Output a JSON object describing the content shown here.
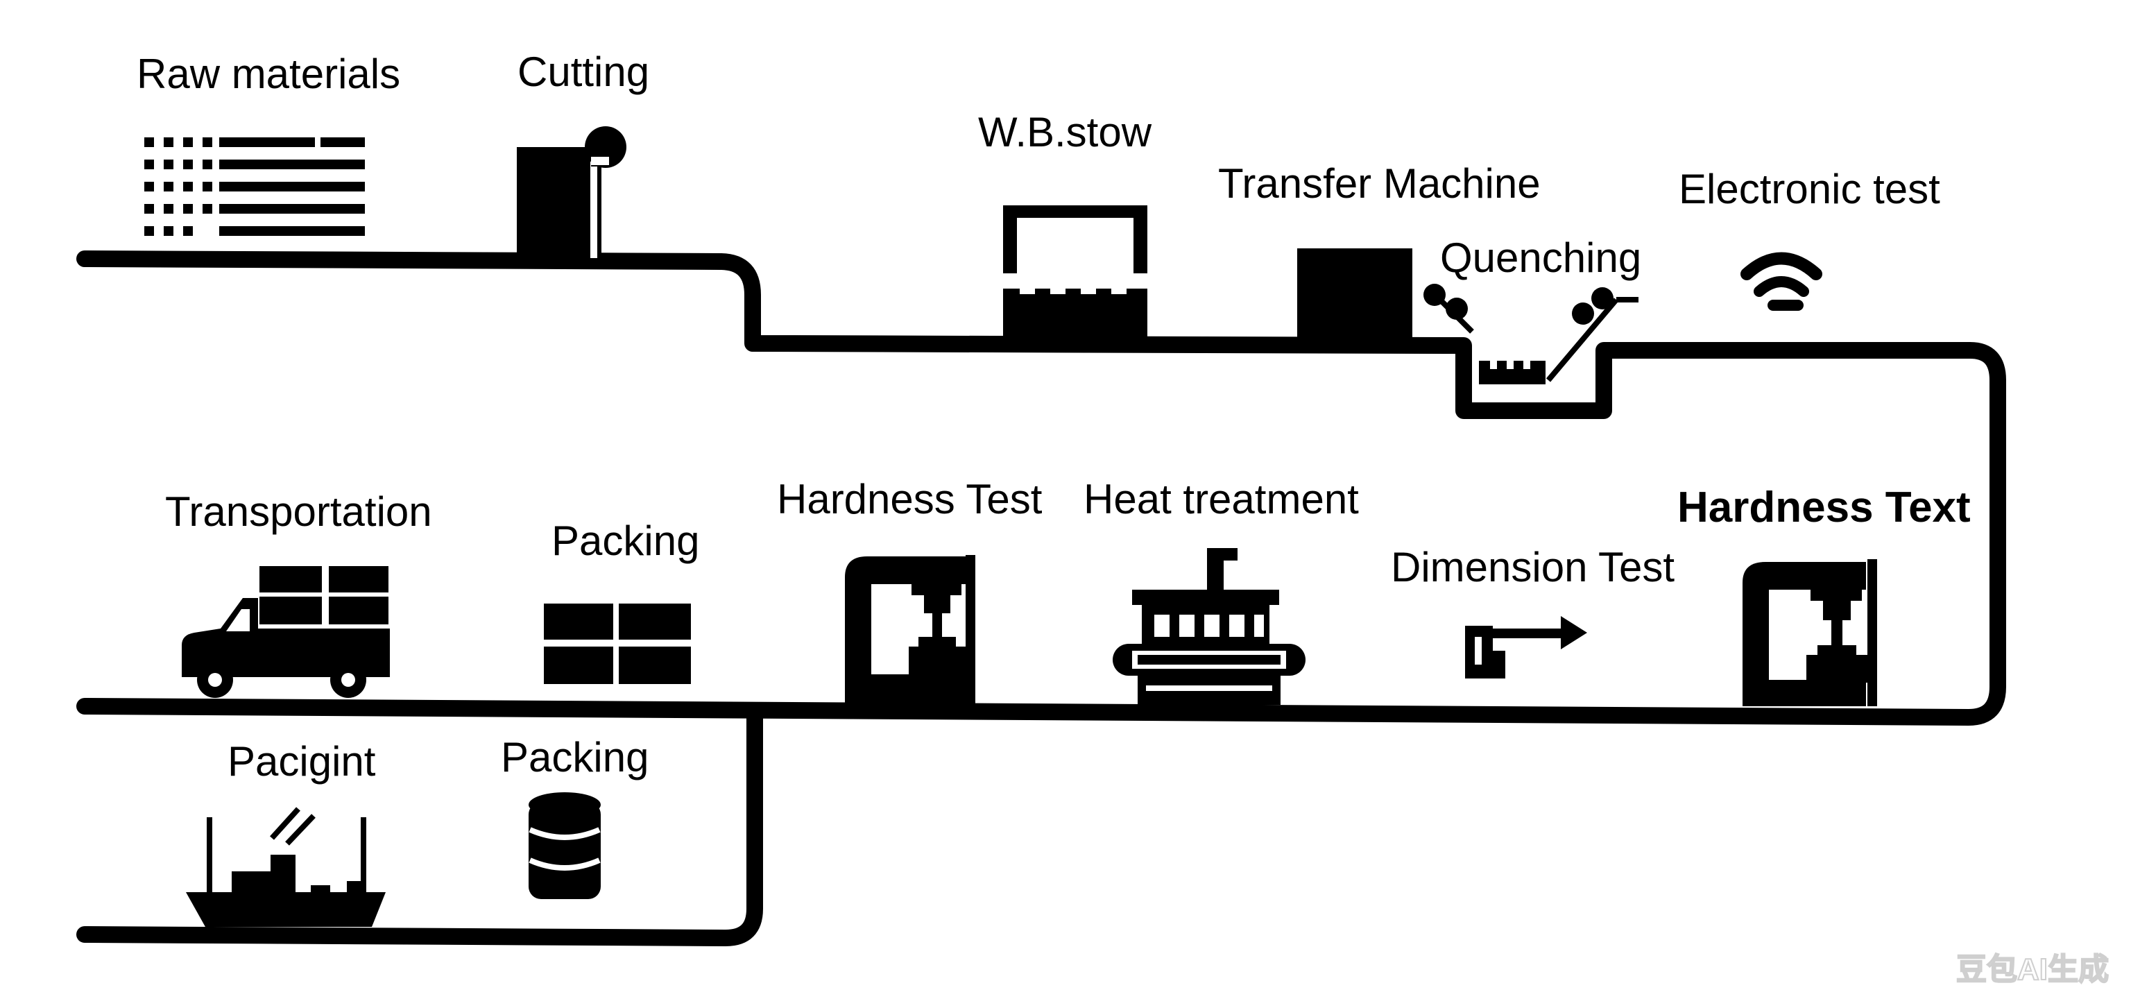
{
  "diagram": {
    "title": "",
    "steps": [
      {
        "id": "raw-materials",
        "label": "Raw materials",
        "icon": "material-stack-icon"
      },
      {
        "id": "cutting",
        "label": "Cutting",
        "icon": "cutting-machine-icon"
      },
      {
        "id": "wb-stow",
        "label": "W.B.stow",
        "icon": "press-frame-icon"
      },
      {
        "id": "transfer-machine",
        "label": "Transfer Machine",
        "icon": "transfer-machine-icon"
      },
      {
        "id": "quenching",
        "label": "Quenching",
        "icon": "quenching-tank-icon"
      },
      {
        "id": "electronic-test",
        "label": "Electronic test",
        "icon": "signal-sensor-icon"
      },
      {
        "id": "hardness-text",
        "label": "Hardness Text",
        "icon": "hardness-tester-icon"
      },
      {
        "id": "dimension-test",
        "label": "Dimension Test",
        "icon": "caliper-arrow-icon"
      },
      {
        "id": "heat-treatment",
        "label": "Heat treatment",
        "icon": "furnace-icon"
      },
      {
        "id": "hardness-test",
        "label": "Hardness Test",
        "icon": "hardness-tester-icon"
      },
      {
        "id": "packing-1",
        "label": "Packing",
        "icon": "box-stack-icon"
      },
      {
        "id": "transportation",
        "label": "Transportation",
        "icon": "truck-icon"
      },
      {
        "id": "packing-2",
        "label": "Packing",
        "icon": "barrel-icon"
      },
      {
        "id": "pacigint",
        "label": "Pacigint",
        "icon": "ship-icon"
      }
    ]
  },
  "watermark": {
    "text": "豆包AI生成"
  },
  "colors": {
    "line": "#000000",
    "background": "#ffffff"
  }
}
